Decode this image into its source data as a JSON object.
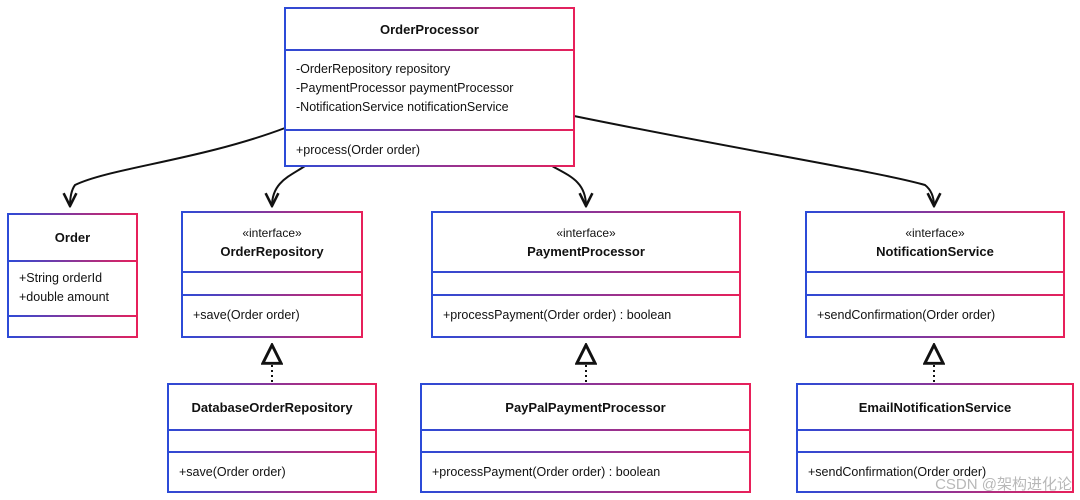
{
  "classes": {
    "order_processor": {
      "name": "OrderProcessor",
      "attributes": [
        "-OrderRepository repository",
        "-PaymentProcessor paymentProcessor",
        "-NotificationService notificationService"
      ],
      "methods": [
        "+process(Order order)"
      ]
    },
    "order": {
      "name": "Order",
      "attributes": [
        "+String orderId",
        "+double amount"
      ],
      "methods": []
    },
    "order_repository": {
      "stereotype": "«interface»",
      "name": "OrderRepository",
      "attributes": [],
      "methods": [
        "+save(Order order)"
      ]
    },
    "payment_processor": {
      "stereotype": "«interface»",
      "name": "PaymentProcessor",
      "attributes": [],
      "methods": [
        "+processPayment(Order order) : boolean"
      ]
    },
    "notification_service": {
      "stereotype": "«interface»",
      "name": "NotificationService",
      "attributes": [],
      "methods": [
        "+sendConfirmation(Order order)"
      ]
    },
    "database_order_repository": {
      "name": "DatabaseOrderRepository",
      "attributes": [],
      "methods": [
        "+save(Order order)"
      ]
    },
    "paypal_payment_processor": {
      "name": "PayPalPaymentProcessor",
      "attributes": [],
      "methods": [
        "+processPayment(Order order) : boolean"
      ]
    },
    "email_notification_service": {
      "name": "EmailNotificationService",
      "attributes": [],
      "methods": [
        "+sendConfirmation(Order order)"
      ]
    }
  },
  "relations": [
    {
      "from": "OrderProcessor",
      "to": "Order",
      "kind": "association"
    },
    {
      "from": "OrderProcessor",
      "to": "OrderRepository",
      "kind": "association"
    },
    {
      "from": "OrderProcessor",
      "to": "PaymentProcessor",
      "kind": "association"
    },
    {
      "from": "OrderProcessor",
      "to": "NotificationService",
      "kind": "association"
    },
    {
      "from": "DatabaseOrderRepository",
      "to": "OrderRepository",
      "kind": "realization"
    },
    {
      "from": "PayPalPaymentProcessor",
      "to": "PaymentProcessor",
      "kind": "realization"
    },
    {
      "from": "EmailNotificationService",
      "to": "NotificationService",
      "kind": "realization"
    }
  ],
  "colors": {
    "border_start": "#2b4bd8",
    "border_end": "#e8205a",
    "line": "#111111"
  },
  "watermark": "CSDN @架构进化论"
}
